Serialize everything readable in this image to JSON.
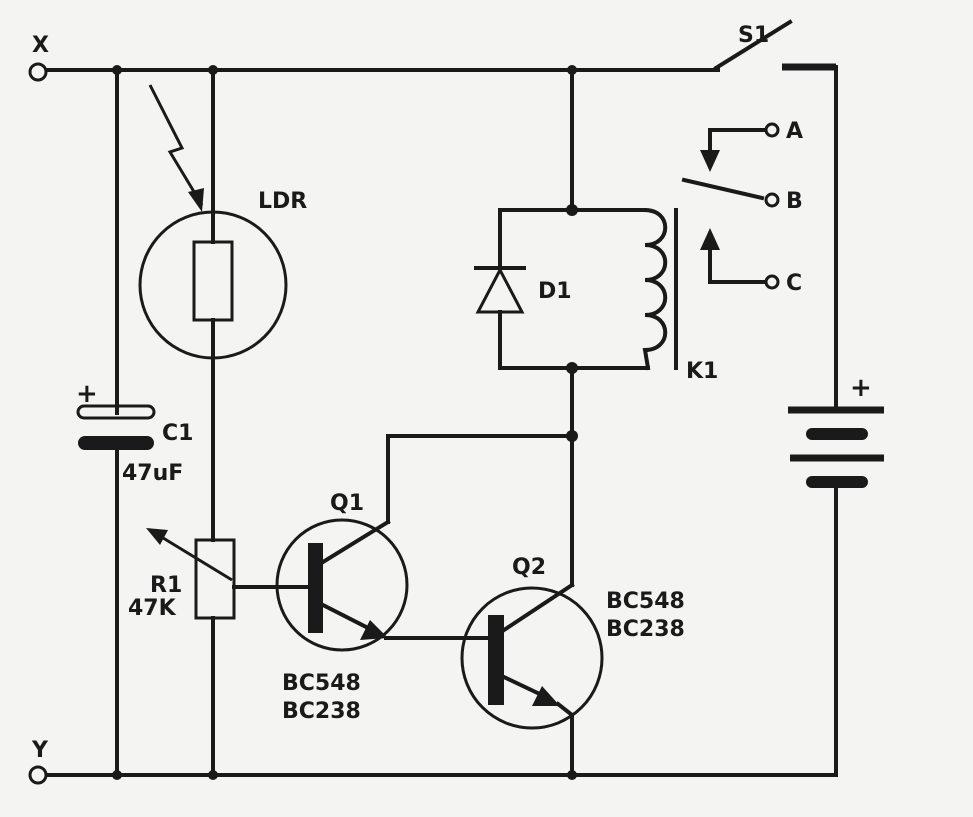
{
  "terminals": {
    "x": "X",
    "y": "Y"
  },
  "switch": {
    "label": "S1"
  },
  "ldr": {
    "label": "LDR"
  },
  "capacitor": {
    "name": "C1",
    "value": "47uF",
    "polarity": "+"
  },
  "potentiometer": {
    "name": "R1",
    "value": "47K"
  },
  "q1": {
    "name": "Q1",
    "part1": "BC548",
    "part2": "BC238"
  },
  "q2": {
    "name": "Q2",
    "part1": "BC548",
    "part2": "BC238"
  },
  "diode": {
    "name": "D1"
  },
  "relay": {
    "name": "K1",
    "contacts": [
      "A",
      "B",
      "C"
    ]
  },
  "battery": {
    "polarity": "+"
  },
  "colors": {
    "ink": "#1a1a1a",
    "paper": "#f4f4f2"
  }
}
